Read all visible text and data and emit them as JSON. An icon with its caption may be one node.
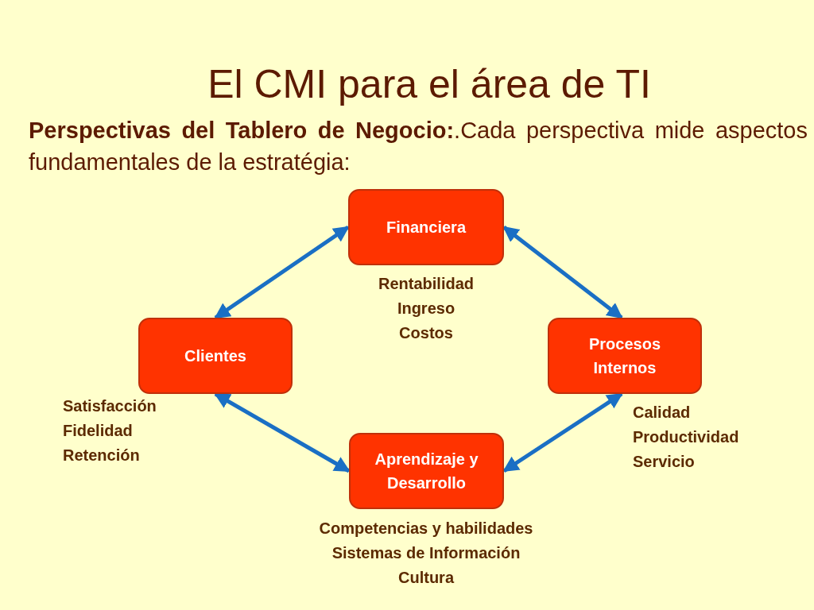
{
  "diagram": {
    "title": "El CMI para el área de TI",
    "nodes": [
      {
        "text": [
          "Financiera"
        ],
        "beside": [
          "Rentabilidad",
          "Ingreso",
          "Costos"
        ]
      },
      {
        "text": [
          "Clientes"
        ],
        "beside": [
          "Satisfacción",
          "Fidelidad",
          "Retención"
        ]
      },
      {
        "text": [
          "Procesos Internos"
        ],
        "beside": [
          "Calidad",
          "Productividad",
          "Servicio"
        ]
      },
      {
        "text": [
          "Aprendizaje y Desarrollo"
        ],
        "beside": [
          "Competencias y habilidades",
          "Sistemas de Información",
          "Cultura"
        ]
      }
    ],
    "edges": [
      {
        "from": 0,
        "to": 1,
        "arrow": "both"
      },
      {
        "from": 0,
        "to": 2,
        "arrow": "both"
      },
      {
        "from": 1,
        "to": 3,
        "arrow": "both"
      },
      {
        "from": 2,
        "to": 3,
        "arrow": "both"
      }
    ],
    "labels": [
      "**Perspectivas del Tablero de Negocio:**.Cada perspectiva mide aspectos fundamentales de la estratégia:"
    ]
  }
}
